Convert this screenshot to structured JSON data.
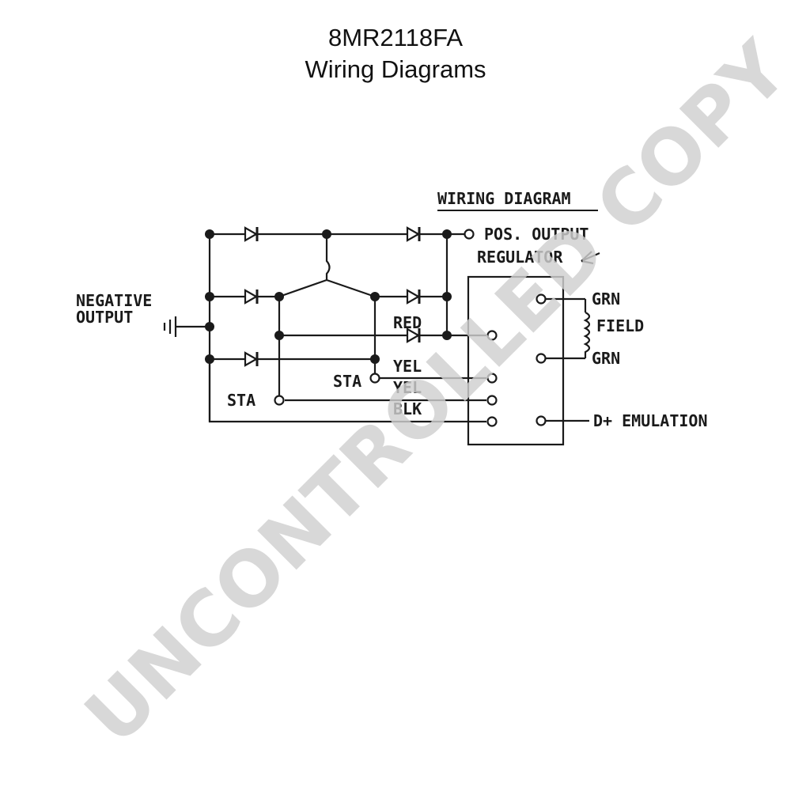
{
  "header": {
    "title": "8MR2118FA",
    "subtitle": "Wiring Diagrams"
  },
  "diagram": {
    "heading": "WIRING DIAGRAM",
    "labels": {
      "pos_output": "POS. OUTPUT",
      "regulator": "REGULATOR",
      "negative": "NEGATIVE",
      "output": "OUTPUT",
      "red": "RED",
      "yel_1": "YEL",
      "yel_2": "YEL",
      "blk": "BLK",
      "sta_left": "STA",
      "sta_mid": "STA",
      "grn_top": "GRN",
      "field": "FIELD",
      "grn_bottom": "GRN",
      "d_plus": "D+ EMULATION"
    }
  },
  "watermark": {
    "text": "UNCONTROLLED COPY",
    "color": "#d0d0d0"
  },
  "colors": {
    "ink": "#1a1a1a",
    "background": "#ffffff"
  }
}
